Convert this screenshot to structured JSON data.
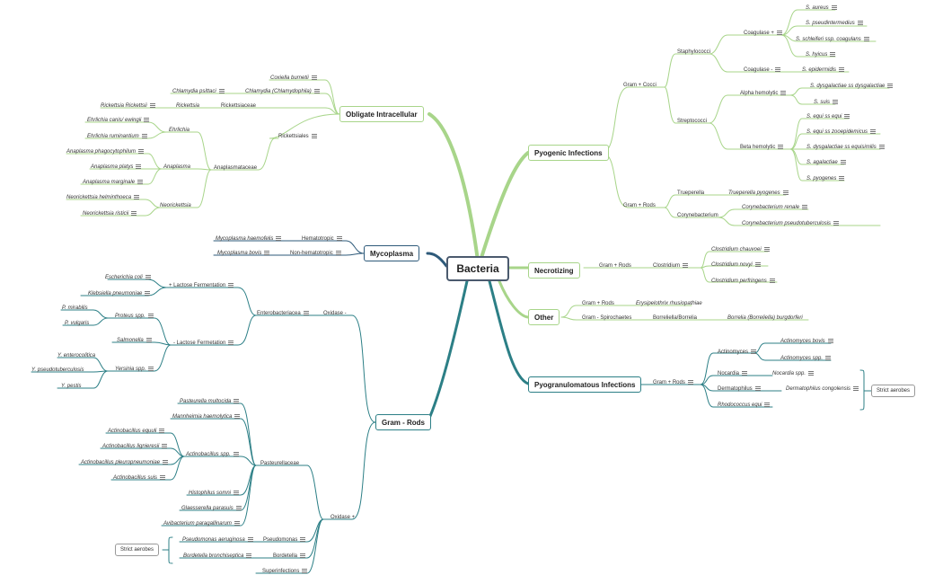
{
  "root": "Bacteria",
  "colors": {
    "green": "#a8d58a",
    "teal": "#2c7f86",
    "navy": "#2e5a7a",
    "root_border": "#4b5a6e"
  },
  "right": {
    "pyogenic": {
      "title": "Pyogenic Infections",
      "gram_cocci": "Gram + Cocci",
      "staphylococci": "Staphylococci",
      "coag_pos": "Coagulase +",
      "coag_pos_items": [
        "S. aureus",
        "S. pseudintermedius",
        "S. schleiferi ssp. coagulans",
        "S. hyicus"
      ],
      "coag_neg": "Coagulase -",
      "coag_neg_item": "S. epidermidis",
      "streptococci": "Streptococci",
      "alpha": "Alpha hemolytic",
      "alpha_items": [
        "S. dysgalactiae ss dysgalactiae",
        "S. suis"
      ],
      "beta": "Beta hemolytic",
      "beta_items": [
        "S. equi ss equi",
        "S. equi ss zooepidemicus",
        "S. dysgalactiae ss equisimilis",
        "S. agalactiae",
        "S. pyogenes"
      ],
      "gram_rods": "Gram + Rods",
      "trueperella": "Trueperella",
      "trueperella_item": "Trueperella pyogenes",
      "corynebacterium": "Corynebacterium",
      "coryne_items": [
        "Corynebacterium renale",
        "Corynebacterium pseudotuberculosis"
      ]
    },
    "necrotizing": {
      "title": "Necrotizing",
      "gram_rods": "Gram + Rods",
      "clostridium": "Clostridium",
      "items": [
        "Clostridium chauvoei",
        "Clostridium novyi",
        "Clostridium perfringens"
      ]
    },
    "other": {
      "title": "Other",
      "gram_rods": "Gram + Rods",
      "erysipelothrix": "Erysipelothrix rhusiopathiae",
      "spiro": "Gram - Spirochaetes",
      "borreliella": "Borreliella/Borrelia",
      "borrelia_item": "Borrelia (Borreliella) burgdorferi"
    },
    "pyogranulomatous": {
      "title": "Pyogranulomatous Infections",
      "gram_rods": "Gram + Rods",
      "actinomyces": "Actinomyces",
      "actino_items": [
        "Actinomyces bovis",
        "Actinomyces spp."
      ],
      "nocardia": "Nocardia",
      "nocardia_item": "Nocardia spp.",
      "dermatophilus": "Dermatophilus",
      "dermato_item": "Dermatophilus congolensis",
      "rhodococcus": "Rhodococcus equi",
      "strict_aerobes": "Strict aerobes"
    }
  },
  "left": {
    "obligate": {
      "title": "Obligate Intracellular",
      "coxiella": "Coxiella burnetii",
      "chlamydia": "Chlamydia (Chlamydophila)",
      "chlamydia_psittaci": "Chlamydia psittaci",
      "rickettsiaceae": "Rickettsiaceae",
      "rickettsia": "Rickettsia",
      "rickettsia_rickettsii": "Rickettsia Rickettsii",
      "rickettsiales": "Rickettsiales",
      "ehrlichia": "Ehrlichia",
      "ehrlichia_items": [
        "Ehrlichia canis/ ewingii",
        "Ehrlichia ruminantium"
      ],
      "anaplasmataceae": "Anaplasmataceae",
      "anaplasma": "Anaplasma",
      "anaplasma_items": [
        "Anaplasma phagocytophilum",
        "Anaplasma platys",
        "Anaplasma marginale"
      ],
      "neorickettsia": "Neorickettsia",
      "neorickettsia_items": [
        "Neorickettsia helminthoeca",
        "Neorickettsia risticii"
      ]
    },
    "mycoplasma": {
      "title": "Mycoplasma",
      "hemato": "Hematotropic",
      "hemato_item": "Mycoplasma haemofelis",
      "nonhemato": "Non-hematotropic",
      "nonhemato_item": "Mycoplasma bovis"
    },
    "gram_rods": {
      "title": "Gram - Rods",
      "oxidase_neg": "Oxidase -",
      "entero": "Enterobacteriacea",
      "lactose_pos": "+ Lactose Fermentation",
      "lactose_pos_items": [
        "Escherichia coli",
        "Klebsiella pneumoniae"
      ],
      "lactose_neg": "- Lactose Fermetation",
      "proteus": "Proteus spp.",
      "proteus_items": [
        "P. mirabilis",
        "P. vulgaris"
      ],
      "salmonella": "Salmonella",
      "yersinia": "Yersinia spp.",
      "yersinia_items": [
        "Y. enterocolitica",
        "Y. pseudotuberculosis",
        "Y. pestis"
      ],
      "oxidase_pos": "Oxidase +",
      "pasteurellaceae": "Pasteurellaceae",
      "pasteur_items_top": [
        "Pasteurella multocida",
        "Mannheimia haemolytica"
      ],
      "actinobacillus": "Actinobacillus spp.",
      "actinobacillus_items": [
        "Actinobacillus equuli",
        "Actinobacillus lignieresii",
        "Actinobacillus pleuropneumoniae",
        "Actinobacillus suis"
      ],
      "pasteur_items_bottom": [
        "Histophilus somni",
        "Glaesserella parasuis",
        "Avibacterium paragallinarum"
      ],
      "pseudomonas": "Pseudomonas",
      "pseudomonas_item": "Pseudomonas aeruginosa",
      "bordetella": "Bordetella",
      "bordetella_item": "Bordetella bronchiseptica",
      "superinfections": "Superinfections",
      "strict_aerobes": "Strict aerobes"
    }
  }
}
